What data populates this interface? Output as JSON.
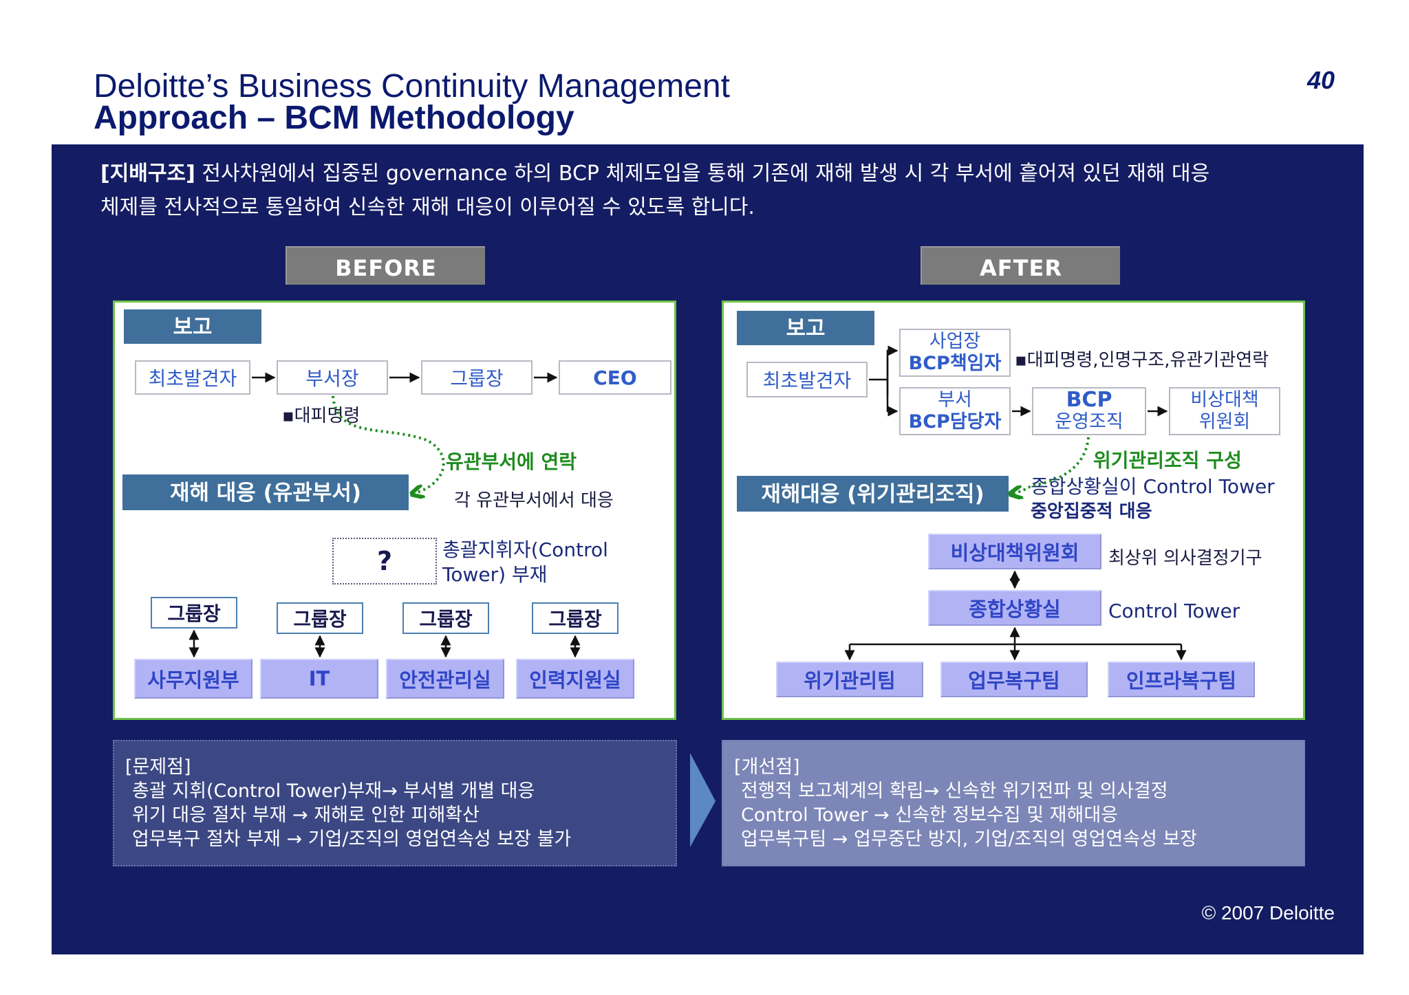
{
  "header": {
    "title_line1": "Deloitte’s Business Continuity Management",
    "title_line2": "Approach – BCM Methodology",
    "page_number": "40"
  },
  "intro": {
    "tag": "[지배구조]",
    "line1": " 전사차원에서 집중된 governance 하의 BCP 체제도입을 통해 기존에 재해 발생 시 각 부서에 흩어져 있던 재해 대응",
    "line2": "체제를 전사적으로 통일하여 신속한 재해 대응이 이루어질 수 있도록 합니다."
  },
  "before": {
    "header": "BEFORE",
    "report_label": "보고",
    "chain": [
      "최초발견자",
      "부서장",
      "그룹장",
      "CEO"
    ],
    "evacuation_note": "▪대피명령",
    "contact_note": "유관부서에 연락",
    "response_label": "재해 대응 (유관부서)",
    "response_note": "각 유관부서에서 대응",
    "question_mark": "?",
    "commander_note_line1": "총괄지휘자(Control",
    "commander_note_line2": "Tower) 부재",
    "groups": [
      {
        "head": "그룹장",
        "dept": "사무지원부"
      },
      {
        "head": "그룹장",
        "dept": "IT"
      },
      {
        "head": "그룹장",
        "dept": "안전관리실"
      },
      {
        "head": "그룹장",
        "dept": "인력지원실"
      }
    ]
  },
  "after": {
    "header": "AFTER",
    "report_label": "보고",
    "first_finder": "최초발견자",
    "site_manager_line1": "사업장",
    "site_manager_line2": "BCP책임자",
    "site_note": "▪대피명령,인명구조,유관기관연락",
    "dept_manager_line1": "부서",
    "dept_manager_line2": "BCP담당자",
    "ops_line1": "BCP",
    "ops_line2": "운영조직",
    "committee_line1": "비상대책",
    "committee_line2": "위원회",
    "crisis_org_note": "위기관리조직 구성",
    "response_label": "재해대응 (위기관리조직)",
    "control_note_line1": "종합상황실이 Control Tower",
    "control_note_line2": "중앙집중적 대응",
    "top_committee": "비상대책위원회",
    "top_committee_note": "최상위 의사결정기구",
    "situation_room": "종합상황실",
    "situation_room_note": "Control Tower",
    "teams": [
      "위기관리팀",
      "업무복구팀",
      "인프라복구팀"
    ]
  },
  "problems": {
    "title": "[문제점]",
    "lines": [
      "총괄 지휘(Control Tower)부재→ 부서별 개별 대응",
      "위기 대응 절차 부재 → 재해로 인한 피해확산",
      "업무복구 절차 부재 → 기업/조직의 영업연속성 보장 불가"
    ]
  },
  "improvements": {
    "title": "[개선점]",
    "lines": [
      "전행적 보고체계의 확립→ 신속한 위기전파 및 의사결정",
      "Control Tower → 신속한 정보수집 및 재해대응",
      "업무복구팀 → 업무중단 방지, 기업/조직의 영업연속성 보장"
    ]
  },
  "footer": {
    "copyright": "© 2007 Deloitte"
  },
  "colors": {
    "navy_panel": "#141c63",
    "green_border": "#6fc24a",
    "steel_bar": "#3f6f9a",
    "lavender_box": "#b1b3f5",
    "green_text": "#1e8c1e"
  }
}
